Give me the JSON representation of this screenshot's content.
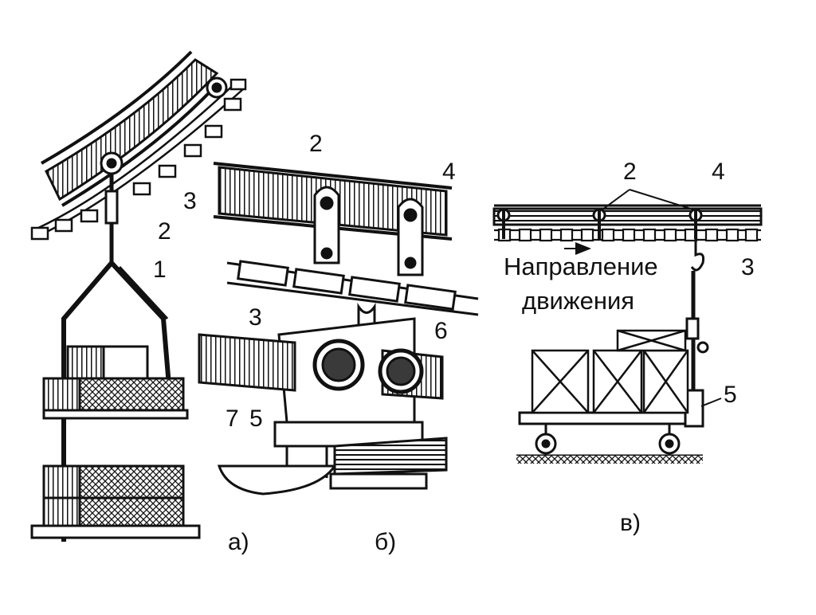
{
  "colors": {
    "ink": "#111111",
    "paper": "#ffffff",
    "shade": "#3a3a3a"
  },
  "panels": {
    "a": {
      "caption": "а)",
      "labels": {
        "hanger": "1",
        "trolley": "2",
        "chain": "3"
      }
    },
    "b": {
      "caption": "б)",
      "labels": {
        "trolley": "2",
        "track": "4",
        "chain": "3",
        "pusher": "6",
        "wheels": "5",
        "lower_track": "7"
      }
    },
    "c": {
      "caption": "в)",
      "labels": {
        "trolleys": "2",
        "track": "4",
        "chain": "3",
        "cart": "5"
      },
      "direction_line1": "Направление",
      "direction_line2": "движения"
    }
  }
}
